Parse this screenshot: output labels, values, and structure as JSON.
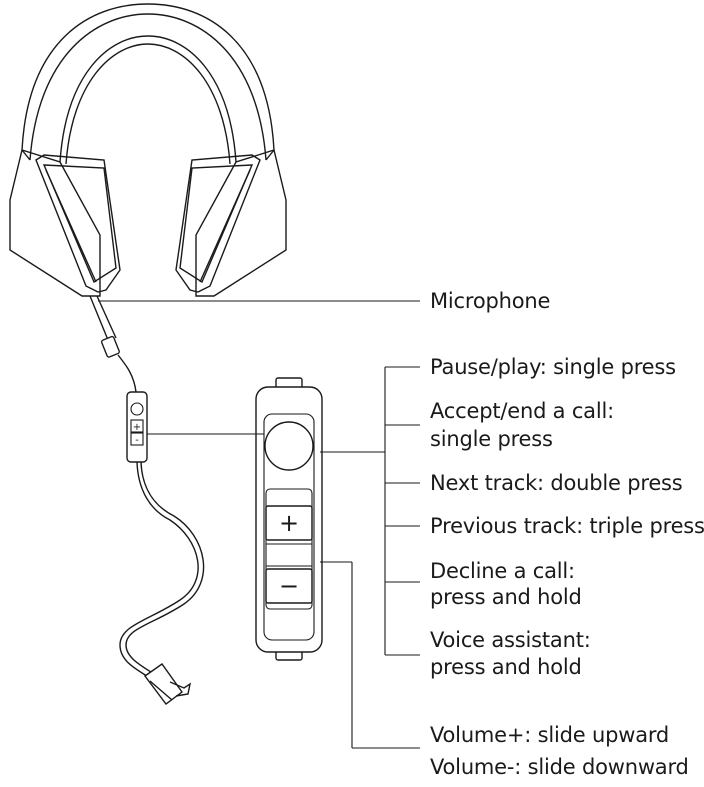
{
  "labels": {
    "microphone": "Microphone",
    "pause_play": "Pause/play: single press",
    "accept_call_1": "Accept/end a call:",
    "accept_call_2": "single press",
    "next_track": "Next track: double press",
    "previous_track": "Previous track: triple press",
    "decline_call_1": "Decline a call:",
    "decline_call_2": "press and hold",
    "voice_assistant_1": "Voice assistant:",
    "voice_assistant_2": "press and hold",
    "volume_up": "Volume+: slide upward",
    "volume_down": "Volume-: slide downward"
  },
  "controls": {
    "plus_symbol": "+",
    "minus_symbol": "−"
  },
  "icons": {
    "headphones": "headphones-icon",
    "microphone": "microphone-icon",
    "remote": "inline-remote-icon",
    "audio_jack": "audio-jack-icon"
  },
  "colors": {
    "line": "#1a1a1a",
    "background": "#ffffff"
  }
}
